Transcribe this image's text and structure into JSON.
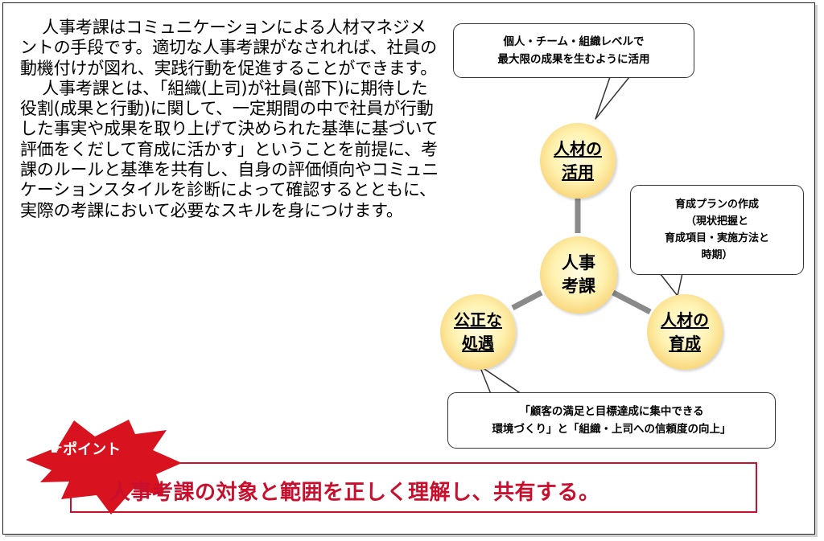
{
  "body_paragraphs": [
    "人事考課はコミュニケーションによる人材マネジメントの手段です。適切な人事考課がなされれば、社員の動機付けが図れ、実践行動を促進することができます。",
    "人事考課とは、「組織(上司)が社員(部下)に期待した役割(成果と行動)に関して、一定期間の中で社員が行動した事実や成果を取り上げて決められた基準に基づいて評価をくだして育成に活かす」ということを前提に、考課のルールと基準を共有し、自身の評価傾向やコミュニケーションスタイルを診断によって確認するとともに、実際の考課において必要なスキルを身につけます。"
  ],
  "diagram": {
    "center": {
      "lines": [
        "人事",
        "考課"
      ]
    },
    "nodes": {
      "top": {
        "lines": [
          "人材の",
          "活用"
        ]
      },
      "right": {
        "lines": [
          "人材の",
          "育成"
        ]
      },
      "left": {
        "lines": [
          "公正な",
          "処遇"
        ]
      }
    },
    "callouts": {
      "top": {
        "lines": [
          "個人・チーム・組織レベルで",
          "最大限の成果を生むように活用"
        ]
      },
      "right": {
        "lines": [
          "育成プランの作成",
          "（現状把握と",
          "育成項目・実施方法と",
          "時期）"
        ]
      },
      "bottom": {
        "lines": [
          "「顧客の満足と目標達成に集中できる",
          "環境づくり」と「組織・上司への信頼度の向上」"
        ]
      }
    }
  },
  "point": {
    "badge_icon": "pointing-hand-icon",
    "badge_label": "☛ポイント",
    "text": "人事考課の対象と範囲を正しく理解し、共有する。"
  },
  "colors": {
    "accent_red": "#c8102e",
    "connector_gray": "#8a8a8a",
    "node_gold": "#f2c04f"
  }
}
